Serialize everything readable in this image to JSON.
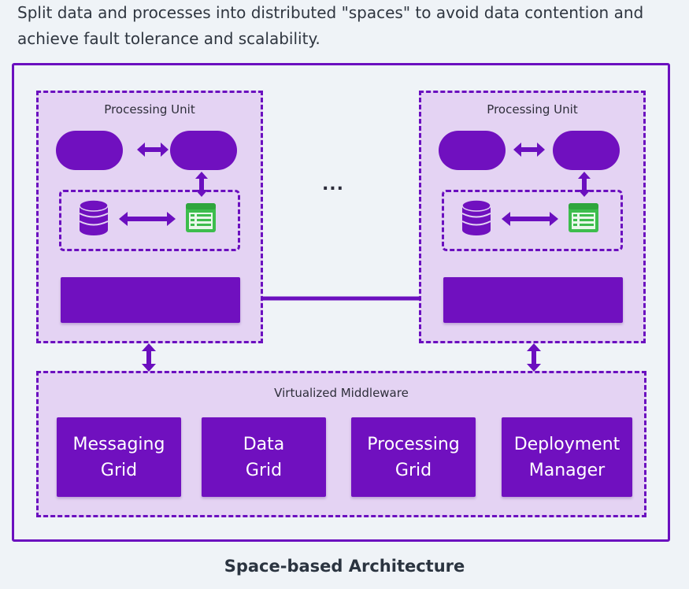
{
  "intro_text": "Split data and processes into distributed \"spaces\" to avoid data contention and achieve fault tolerance and scalability.",
  "processing_units": [
    {
      "title": "Processing Unit"
    },
    {
      "title": "Processing Unit"
    }
  ],
  "ellipsis": "...",
  "middleware": {
    "title": "Virtualized Middleware",
    "components": [
      {
        "label": "Messaging\nGrid"
      },
      {
        "label": "Data\nGrid"
      },
      {
        "label": "Processing\nGrid"
      },
      {
        "label": "Deployment\nManager"
      }
    ]
  },
  "caption": "Space-based Architecture",
  "colors": {
    "accent": "#7010bf",
    "accent_border": "#6b0fbf",
    "panel_fill": "#e4d3f3",
    "table_green": "#3dbd4d",
    "background": "#eff3f7"
  },
  "icons": [
    "database-icon",
    "table-icon",
    "double-arrow-icon"
  ]
}
